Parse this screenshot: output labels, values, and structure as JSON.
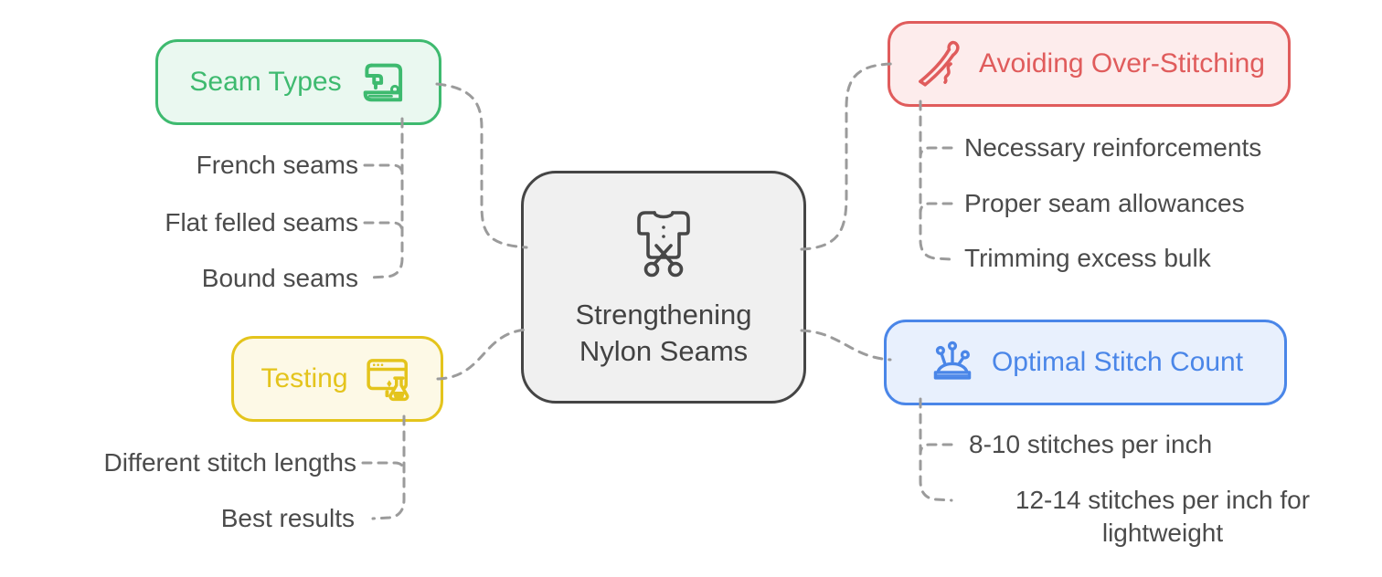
{
  "diagram": {
    "type": "mindmap",
    "connector_color": "#9b9b9b",
    "label_color": "#4b4b4b"
  },
  "center": {
    "icon": "tshirt-scissors-icon",
    "line1": "Strengthening",
    "line2": "Nylon Seams",
    "border_color": "#454545",
    "fill_color": "#f0f0f0"
  },
  "branches": [
    {
      "label": "Seam Types",
      "icon": "sewing-machine-icon",
      "color": "#3eba6f",
      "fill": "#eaf8f0",
      "children": [
        "French seams",
        "Flat felled seams",
        "Bound seams"
      ]
    },
    {
      "label": "Testing",
      "icon": "browser-flask-icon",
      "color": "#e4c41c",
      "fill": "#fdf9e6",
      "children": [
        "Different stitch lengths",
        "Best results"
      ]
    },
    {
      "label": "Avoiding Over-Stitching",
      "icon": "needle-thread-icon",
      "color": "#e05c5c",
      "fill": "#fdecec",
      "children": [
        "Necessary reinforcements",
        "Proper seam allowances",
        "Trimming excess bulk"
      ]
    },
    {
      "label": "Optimal Stitch Count",
      "icon": "pin-cushion-icon",
      "color": "#4a86e8",
      "fill": "#e8f0fd",
      "children": [
        "8-10 stitches per inch",
        "12-14 stitches per inch for lightweight"
      ]
    }
  ]
}
